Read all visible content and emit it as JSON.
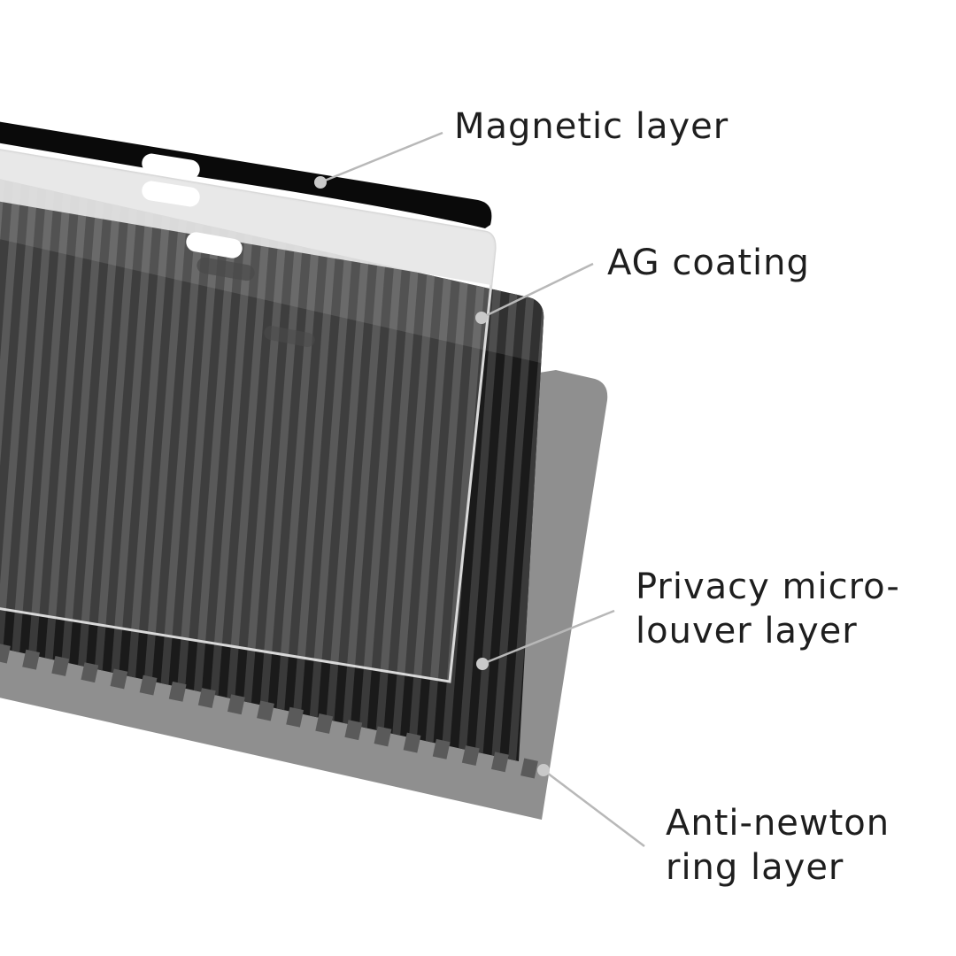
{
  "labels": {
    "magnetic": {
      "text": "Magnetic layer"
    },
    "ag_coating": {
      "text": "AG coating"
    },
    "privacy": {
      "line1": "Privacy micro-",
      "line2": "louver layer"
    },
    "anti_newton": {
      "line1": "Anti-newton",
      "line2": "ring layer"
    }
  },
  "colors": {
    "magnetic_frame": "#0a0a0a",
    "ag_sheet": "#e6e6e6",
    "louver_dark": "#1a1a1a",
    "louver_stripe": "#3a3a3a",
    "anti_newton_sheet": "#8f8f8f",
    "leader_line": "#b8b8b8"
  }
}
